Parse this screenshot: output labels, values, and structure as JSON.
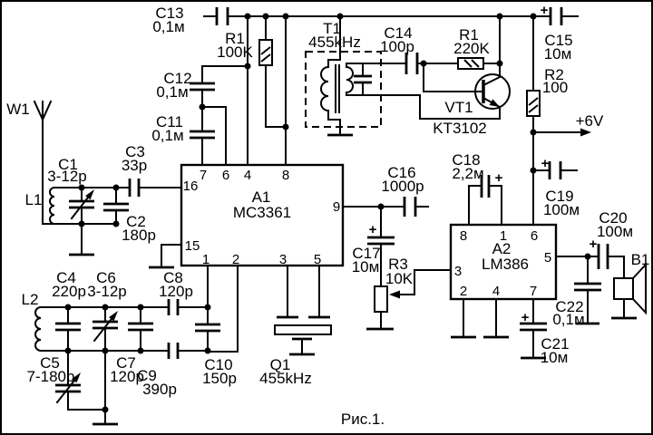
{
  "colors": {
    "ink": "#000000",
    "paper": "#ffffff"
  },
  "symbols": {
    "plus": "+"
  },
  "caption": "Рис.1.",
  "supply": {
    "label": "+6V"
  },
  "components": {
    "w1": {
      "ref": "W1"
    },
    "l1": {
      "ref": "L1"
    },
    "l2": {
      "ref": "L2"
    },
    "c1": {
      "ref": "C1",
      "value": "3-12p"
    },
    "c2": {
      "ref": "C2",
      "value": "180p"
    },
    "c3": {
      "ref": "C3",
      "value": "33p"
    },
    "c4": {
      "ref": "C4",
      "value": "220p"
    },
    "c5": {
      "ref": "C5",
      "value": "7-180p"
    },
    "c6": {
      "ref": "C6",
      "value": "3-12p"
    },
    "c7": {
      "ref": "C7",
      "value": "120p"
    },
    "c8": {
      "ref": "C8",
      "value": "120p"
    },
    "c9": {
      "ref": "C9",
      "value": "390p"
    },
    "c10": {
      "ref": "C10",
      "value": "150p"
    },
    "c11": {
      "ref": "C11",
      "value": "0,1м"
    },
    "c12": {
      "ref": "C12",
      "value": "0,1м"
    },
    "c13": {
      "ref": "C13",
      "value": "0,1м"
    },
    "c14": {
      "ref": "C14",
      "value": "100p"
    },
    "c15": {
      "ref": "C15",
      "value": "10м"
    },
    "c16": {
      "ref": "C16",
      "value": "1000p"
    },
    "c17": {
      "ref": "C17",
      "value": "10м"
    },
    "c18": {
      "ref": "C18",
      "value": "2,2м"
    },
    "c19": {
      "ref": "C19",
      "value": "100м"
    },
    "c20": {
      "ref": "C20",
      "value": "100м"
    },
    "c21": {
      "ref": "C21",
      "value": "10м"
    },
    "c22": {
      "ref": "C22",
      "value": "0,1м"
    },
    "r1a": {
      "ref": "R1",
      "value": "100K"
    },
    "r1b": {
      "ref": "R1",
      "value": "220K"
    },
    "r2": {
      "ref": "R2",
      "value": "100"
    },
    "r3": {
      "ref": "R3",
      "value": "10K"
    },
    "t1": {
      "ref": "T1",
      "value": "455kHz"
    },
    "q1": {
      "ref": "Q1",
      "value": "455kHz"
    },
    "vt1": {
      "ref": "VT1",
      "value": "KT3102"
    },
    "b1": {
      "ref": "B1"
    }
  },
  "ics": {
    "a1": {
      "ref": "A1",
      "part": "MC3361",
      "pins": {
        "p1": "1",
        "p2": "2",
        "p3": "3",
        "p4": "4",
        "p5": "5",
        "p6": "6",
        "p7": "7",
        "p8": "8",
        "p9": "9",
        "p15": "15",
        "p16": "16"
      }
    },
    "a2": {
      "ref": "A2",
      "part": "LM386",
      "pins": {
        "p1": "1",
        "p2": "2",
        "p3": "3",
        "p4": "4",
        "p5": "5",
        "p6": "6",
        "p7": "7",
        "p8": "8"
      }
    }
  }
}
